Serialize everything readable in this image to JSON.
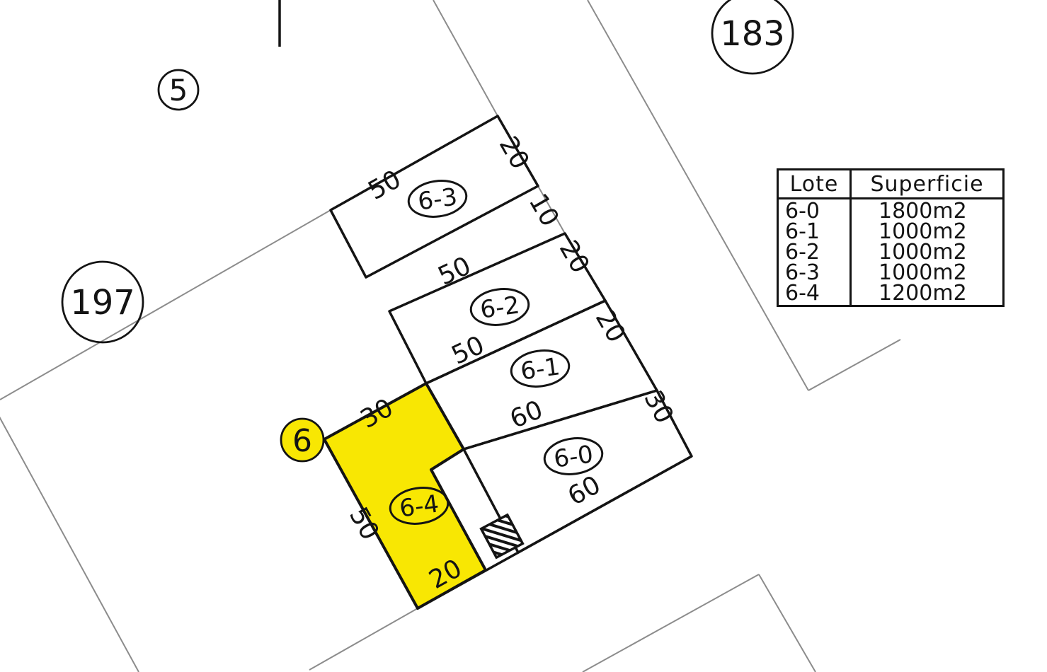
{
  "map": {
    "parcels": [
      {
        "id": "parcel-5",
        "label": "5"
      },
      {
        "id": "parcel-183",
        "label": "183"
      },
      {
        "id": "parcel-197",
        "label": "197"
      },
      {
        "id": "parcel-6",
        "label": "6"
      }
    ],
    "lots": [
      {
        "id": "lot-6-3",
        "label": "6-3"
      },
      {
        "id": "lot-6-2",
        "label": "6-2"
      },
      {
        "id": "lot-6-1",
        "label": "6-1"
      },
      {
        "id": "lot-6-0",
        "label": "6-0"
      },
      {
        "id": "lot-6-4",
        "label": "6-4",
        "highlighted": true
      }
    ],
    "dimensions": {
      "d50_lot63": "50",
      "d20_lot63": "20",
      "d10_path": "10",
      "d50_lot62": "50",
      "d20_lot62": "20",
      "d50_lot61": "50",
      "d20_lot61": "20",
      "d60_lot60_top": "60",
      "d30_lot60": "30",
      "d60_lot60_bottom": "60",
      "d30_lot64": "30",
      "d50_lot64": "50",
      "d20_lot64": "20"
    },
    "colors": {
      "highlight_yellow": "#F8E703",
      "boundary_gray": "#8C8C8C",
      "ink_black": "#141414"
    }
  },
  "table": {
    "headers": [
      "Lote",
      "Superficie"
    ],
    "rows": [
      {
        "lote": "6-0",
        "superficie": "1800m2"
      },
      {
        "lote": "6-1",
        "superficie": "1000m2"
      },
      {
        "lote": "6-2",
        "superficie": "1000m2"
      },
      {
        "lote": "6-3",
        "superficie": "1000m2"
      },
      {
        "lote": "6-4",
        "superficie": "1200m2"
      }
    ]
  }
}
